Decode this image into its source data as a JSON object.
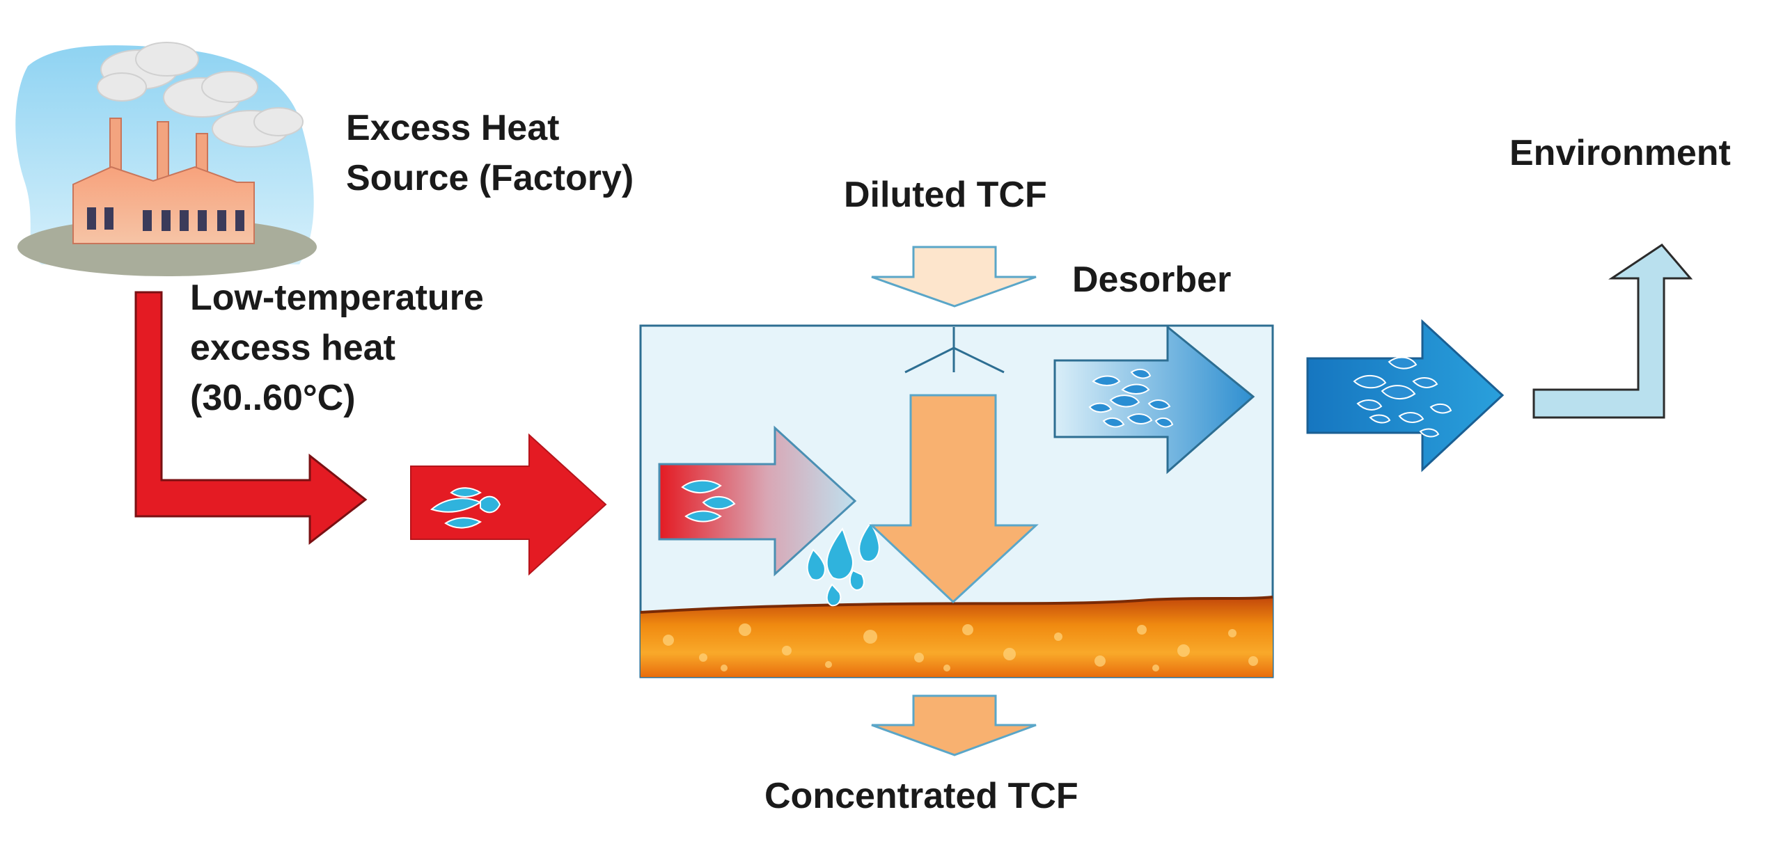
{
  "labels": {
    "excess_heat_line1": "Excess Heat",
    "excess_heat_line2": "Source (Factory)",
    "low_temp_line1": "Low-temperature",
    "low_temp_line2": "excess heat",
    "low_temp_line3": "(30..60°C)",
    "diluted_tcf": "Diluted TCF",
    "desorber": "Desorber",
    "environment": "Environment",
    "concentrated_tcf": "Concentrated TCF"
  },
  "colors": {
    "heat_red": "#e41b23",
    "tcf_orange": "#f8b170",
    "tcf_light": "#fde5cc",
    "desorber_fill": "#e6f4fa",
    "vapor_blue": "#1e8fcf",
    "env_blue": "#b9e0ee",
    "droplet": "#35b4d9"
  }
}
